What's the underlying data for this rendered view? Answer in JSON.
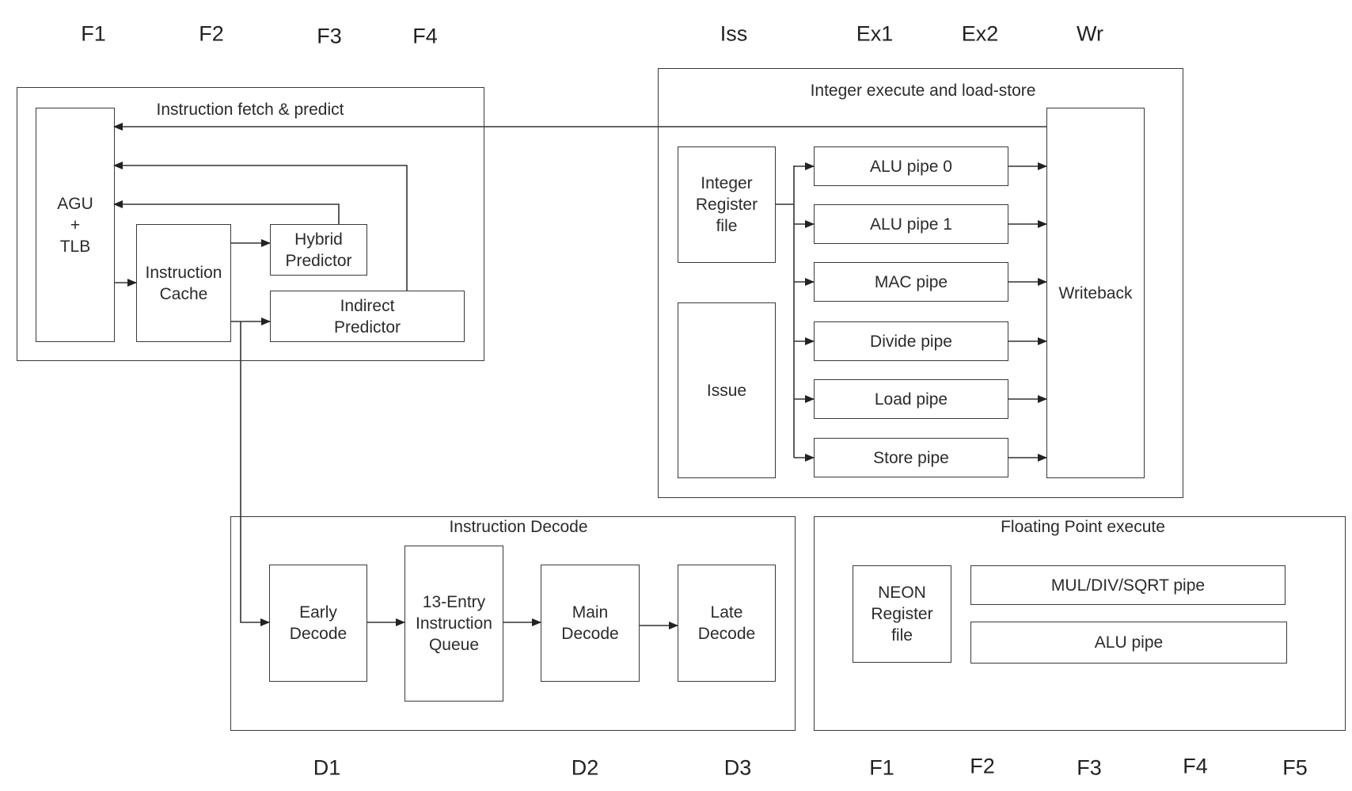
{
  "stages_top": [
    "F1",
    "F2",
    "F3",
    "F4",
    "Iss",
    "Ex1",
    "Ex2",
    "Wr"
  ],
  "stages_bottom": [
    "D1",
    "D2",
    "D3",
    "F1",
    "F2",
    "F3",
    "F4",
    "F5"
  ],
  "fetch": {
    "title": "Instruction fetch & predict",
    "agu": "AGU\n+\nTLB",
    "icache": "Instruction\nCache",
    "hybrid": "Hybrid\nPredictor",
    "indirect": "Indirect\nPredictor"
  },
  "integer": {
    "title": "Integer execute and load-store",
    "regfile": "Integer\nRegister\nfile",
    "issue": "Issue",
    "pipes": [
      "ALU pipe 0",
      "ALU pipe 1",
      "MAC pipe",
      "Divide pipe",
      "Load pipe",
      "Store pipe"
    ],
    "writeback": "Writeback"
  },
  "decode": {
    "title": "Instruction Decode",
    "early": "Early\nDecode",
    "queue": "13-Entry\nInstruction\nQueue",
    "main": "Main\nDecode",
    "late": "Late\nDecode"
  },
  "fp": {
    "title": "Floating Point execute",
    "regfile": "NEON\nRegister\nfile",
    "muldiv": "MUL/DIV/SQRT pipe",
    "alu": "ALU pipe"
  }
}
